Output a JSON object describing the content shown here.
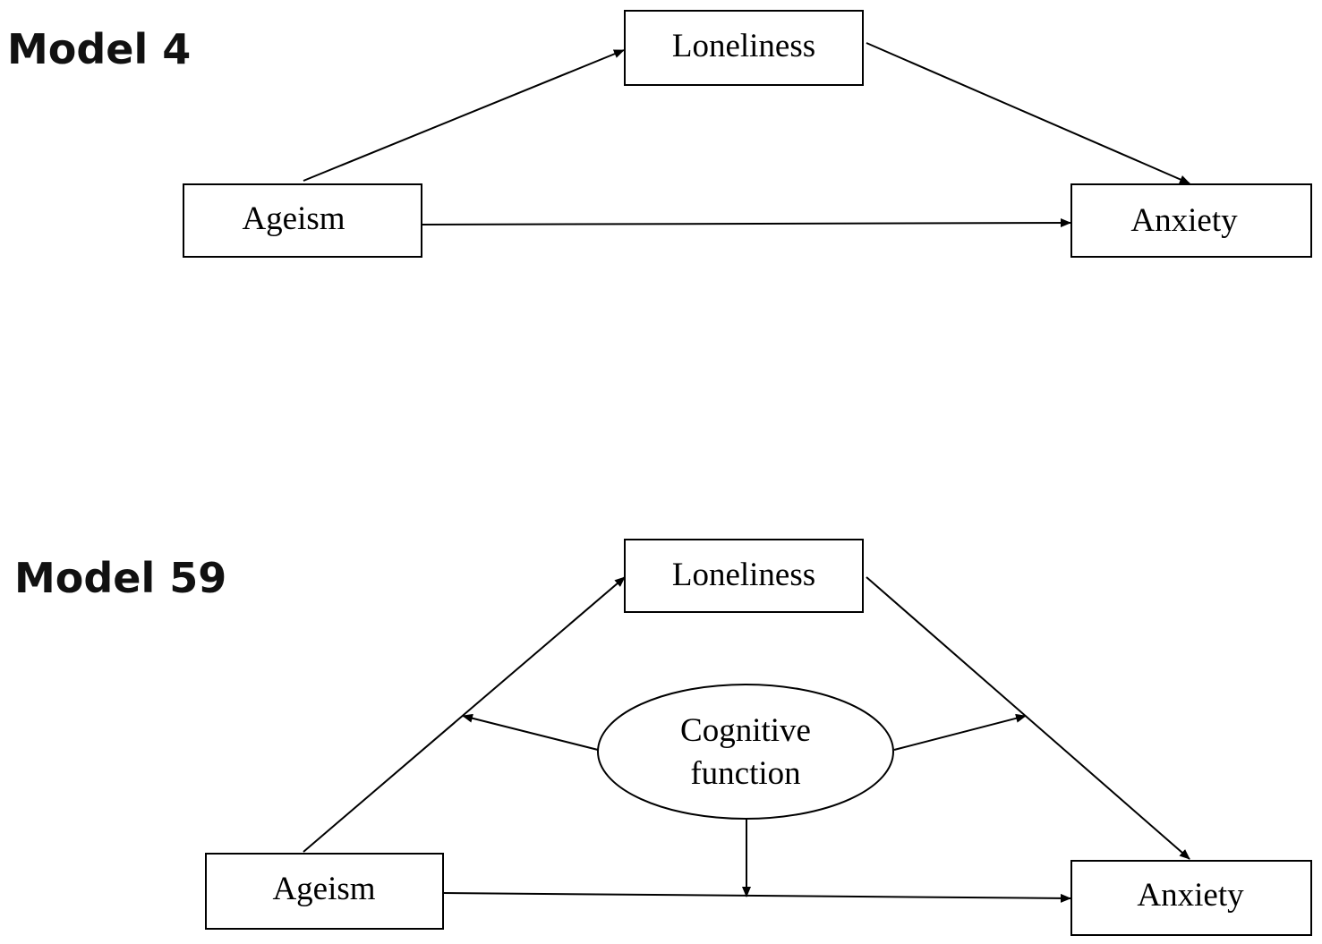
{
  "models": [
    {
      "title": "Model 4",
      "nodes": {
        "loneliness": "Loneliness",
        "ageism": "Ageism",
        "anxiety": "Anxiety"
      },
      "edges": [
        {
          "from": "ageism",
          "to": "loneliness"
        },
        {
          "from": "loneliness",
          "to": "anxiety"
        },
        {
          "from": "ageism",
          "to": "anxiety"
        }
      ]
    },
    {
      "title": "Model 59",
      "nodes": {
        "loneliness": "Loneliness",
        "ageism": "Ageism",
        "anxiety": "Anxiety",
        "moderator_line1": "Cognitive",
        "moderator_line2": "function"
      },
      "edges": [
        {
          "from": "ageism",
          "to": "loneliness"
        },
        {
          "from": "loneliness",
          "to": "anxiety"
        },
        {
          "from": "ageism",
          "to": "anxiety"
        },
        {
          "from": "cognitive function",
          "to": "ageism → loneliness path"
        },
        {
          "from": "cognitive function",
          "to": "loneliness → anxiety path"
        },
        {
          "from": "cognitive function",
          "to": "ageism → anxiety path"
        }
      ]
    }
  ]
}
